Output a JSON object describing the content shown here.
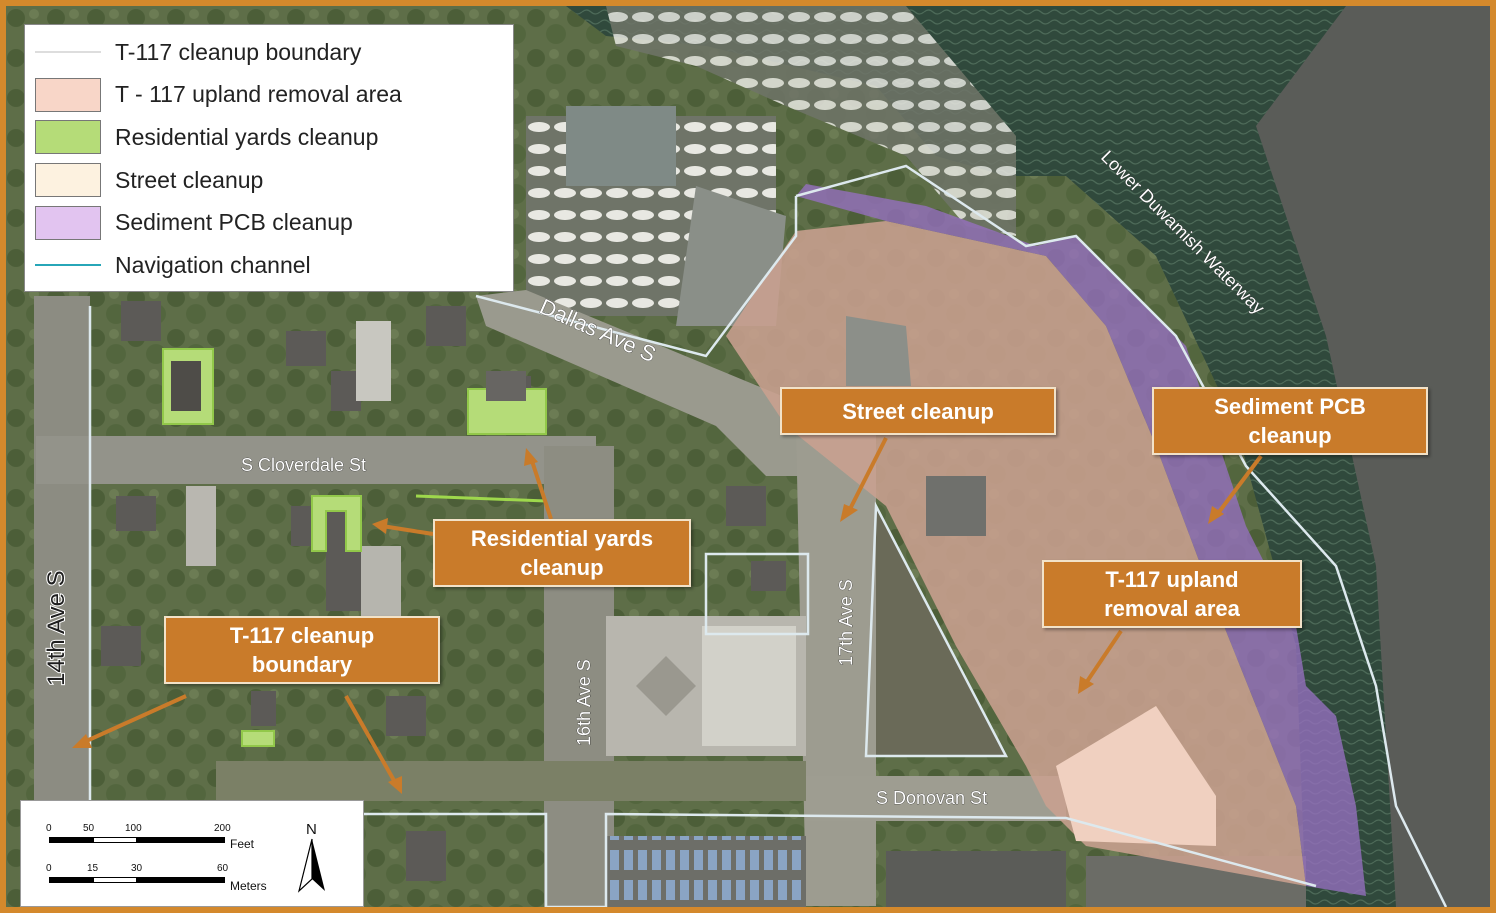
{
  "legend": {
    "items": [
      {
        "label": "T-117 cleanup boundary",
        "kind": "line",
        "color": "#dddddd"
      },
      {
        "label": "T - 117 upland removal area",
        "kind": "fill",
        "color": "#f8d6c8"
      },
      {
        "label": "Residential yards cleanup",
        "kind": "fill",
        "color": "#b5dc78"
      },
      {
        "label": "Street cleanup",
        "kind": "fill",
        "color": "#fdf2e0"
      },
      {
        "label": "Sediment PCB cleanup",
        "kind": "fill",
        "color": "#e2c4f0"
      },
      {
        "label": "Navigation channel",
        "kind": "line",
        "color": "#27a6b8"
      }
    ]
  },
  "callouts": {
    "street": "Street cleanup",
    "sediment": "Sediment PCB\ncleanup",
    "residential": "Residential yards\ncleanup",
    "upland": "T-117 upland\nremoval area",
    "boundary": "T-117 cleanup\nboundary"
  },
  "streets": {
    "dallas": "Dallas Ave S",
    "cloverdale": "S Cloverdale St",
    "fourteenth": "14th Ave S",
    "sixteenth": "16th Ave S",
    "seventeenth": "17th Ave S",
    "donovan": "S Donovan St",
    "waterway": "Lower Duwamish Waterway"
  },
  "scale": {
    "feet_ticks": [
      "0",
      "50",
      "100",
      "200"
    ],
    "feet_unit": "Feet",
    "meter_ticks": [
      "0",
      "15",
      "30",
      "60"
    ],
    "meter_unit": "Meters",
    "north": "N"
  },
  "colors": {
    "frame": "#d4892c",
    "callout": "#c97b2a",
    "water": "#2f4a3c",
    "land": "#6f7a62",
    "sediment_fill": "#9670c0",
    "upland_fill": "#c9a08f",
    "yard_outline": "#9ed84c"
  }
}
